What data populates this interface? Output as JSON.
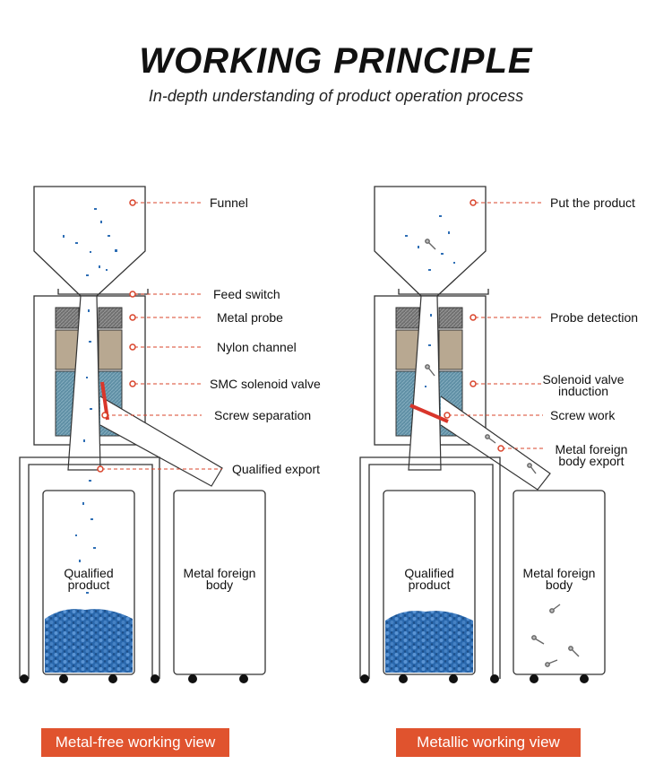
{
  "header": {
    "title": "WORKING PRINCIPLE",
    "subtitle": "In-depth understanding of product operation process"
  },
  "left": {
    "labels": {
      "funnel": "Funnel",
      "feed_switch": "Feed switch",
      "metal_probe": "Metal probe",
      "nylon_channel": "Nylon channel",
      "valve": "SMC solenoid valve",
      "screw": "Screw separation",
      "export": "Qualified export"
    },
    "bin_qualified": [
      "Qualified",
      "product"
    ],
    "bin_metal": [
      "Metal foreign",
      "body"
    ],
    "button": "Metal-free working view"
  },
  "right": {
    "labels": {
      "put": "Put the product",
      "probe": "Probe detection",
      "valve": [
        "Solenoid valve",
        "induction"
      ],
      "screw": "Screw work",
      "export": [
        "Metal foreign",
        "body export"
      ]
    },
    "bin_qualified": [
      "Qualified",
      "product"
    ],
    "bin_metal": [
      "Metal foreign",
      "body"
    ],
    "button": "Metallic working view"
  },
  "colors": {
    "accent": "#e0532e",
    "leader": "#d9442b",
    "granule": "#2f6fb5",
    "probe": "#6e6e6e",
    "nylon": "#b8a891",
    "valve": "#5f8fa5"
  }
}
